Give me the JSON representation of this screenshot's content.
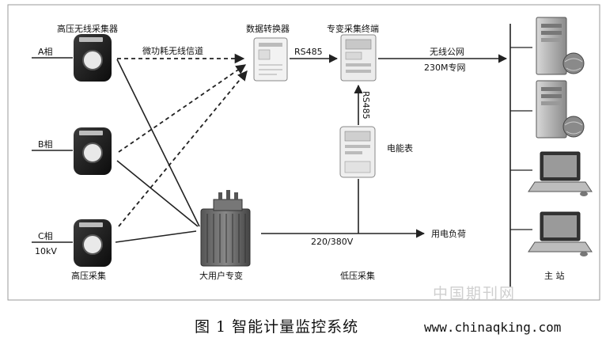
{
  "labels": {
    "hv_collector_title": "高压无线采集器",
    "phase_a": "A相",
    "phase_b": "B相",
    "phase_c": "C相",
    "voltage_10kv": "10kV",
    "hv_collect": "高压采集",
    "wireless_channel": "微功耗无线信道",
    "data_converter": "数据转换器",
    "rs485_h": "RS485",
    "terminal": "专变采集终端",
    "rs485_v": "RS485",
    "energy_meter": "电能表",
    "wireless_net": "无线公网",
    "net_230m": "230M专网",
    "transformer": "大用户专变",
    "lv_voltage": "220/380V",
    "load": "用电负荷",
    "lv_collect": "低压采集",
    "master_station": "主 站"
  },
  "caption": "图 1 智能计量监控系统",
  "watermark": "中国期刊网",
  "site": "www.chinaqking.com"
}
